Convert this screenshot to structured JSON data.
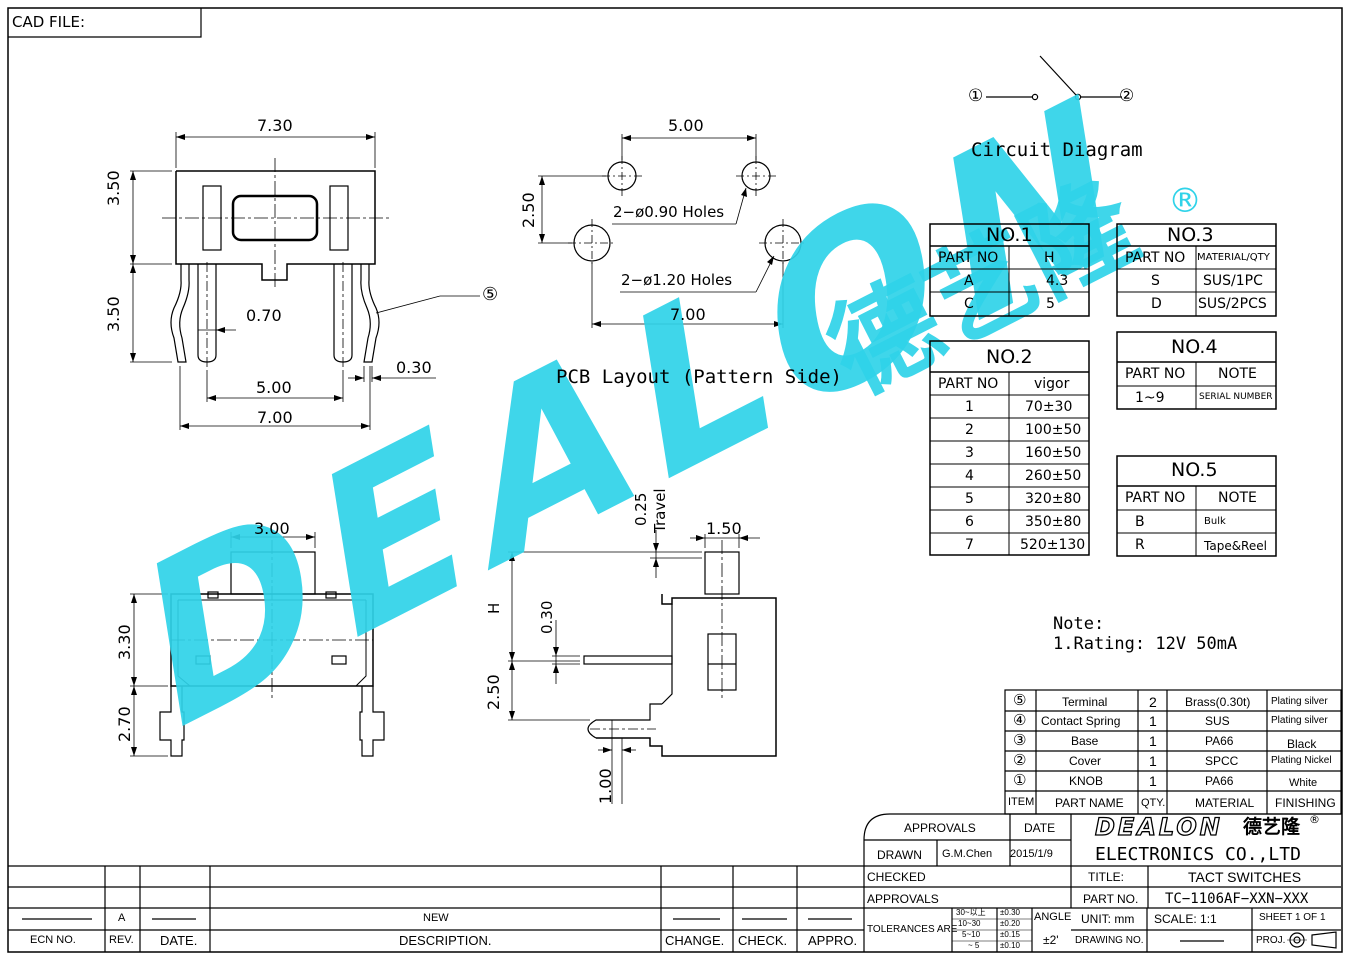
{
  "header": {
    "cad_file_label": "CAD FILE:"
  },
  "circuit": {
    "node1": "①",
    "node2": "②",
    "title": "Circuit Diagram"
  },
  "pcb": {
    "title": "PCB Layout (Pattern Side)",
    "dim_width_top": "5.00",
    "dim_height": "2.50",
    "small_holes": "2−ø0.90 Holes",
    "large_holes": "2−ø1.20 Holes",
    "dim_width_bottom": "7.00"
  },
  "top_view": {
    "dim_width": "7.30",
    "dim_body_height": "3.50",
    "dim_lead_height": "3.50",
    "dim_lead_width": "0.70",
    "dim_lead_offset": "0.30",
    "dim_pitch": "5.00",
    "dim_total": "7.00",
    "terminal_callout": "⑤"
  },
  "front_view": {
    "dim_actuator_width": "3.00",
    "dim_height": "3.30",
    "dim_lead": "2.70"
  },
  "side_view": {
    "dim_travel": "0.25",
    "travel_label": "Travel",
    "dim_actuator": "1.50",
    "dim_h": "H",
    "dim_gap": "0.30",
    "dim_lead_height": "2.50",
    "dim_lead_thickness": "1.00"
  },
  "watermark": {
    "brand": "DEALON",
    "cjk": "德艺隆",
    "registered": "®"
  },
  "tables": {
    "no1": {
      "title": "NO.1",
      "headers": [
        "PART NO",
        "H"
      ],
      "rows": [
        [
          "A",
          "4.3"
        ],
        [
          "C",
          "5"
        ]
      ]
    },
    "no2": {
      "title": "NO.2",
      "headers": [
        "PART NO",
        "vigor"
      ],
      "rows": [
        [
          "1",
          "70±30"
        ],
        [
          "2",
          "100±50"
        ],
        [
          "3",
          "160±50"
        ],
        [
          "4",
          "260±50"
        ],
        [
          "5",
          "320±80"
        ],
        [
          "6",
          "350±80"
        ],
        [
          "7",
          "520±130"
        ]
      ]
    },
    "no3": {
      "title": "NO.3",
      "headers": [
        "PART NO",
        "MATERIAL/QTY"
      ],
      "rows": [
        [
          "S",
          "SUS/1PC"
        ],
        [
          "D",
          "SUS/2PCS"
        ]
      ]
    },
    "no4": {
      "title": "NO.4",
      "headers": [
        "PART NO",
        "NOTE"
      ],
      "rows": [
        [
          "1~9",
          "SERIAL NUMBER"
        ]
      ]
    },
    "no5": {
      "title": "NO.5",
      "headers": [
        "PART NO",
        "NOTE"
      ],
      "rows": [
        [
          "B",
          "Bulk"
        ],
        [
          "R",
          "Tape&Reel"
        ]
      ]
    }
  },
  "note": {
    "title": "Note:",
    "line1": "1.Rating:  12V  50mA"
  },
  "bom": {
    "rows": [
      {
        "item": "⑤",
        "name": "Terminal",
        "qty": "2",
        "material": "Brass(0.30t)",
        "finishing": "Plating silver"
      },
      {
        "item": "④",
        "name": "Contact Spring",
        "qty": "1",
        "material": "SUS",
        "finishing": "Plating silver"
      },
      {
        "item": "③",
        "name": "Base",
        "qty": "1",
        "material": "PA66",
        "finishing": "Black"
      },
      {
        "item": "②",
        "name": "Cover",
        "qty": "1",
        "material": "SPCC",
        "finishing": "Plating Nickel"
      },
      {
        "item": "①",
        "name": "KNOB",
        "qty": "1",
        "material": "PA66",
        "finishing": "White"
      }
    ],
    "headers": {
      "item": "ITEM",
      "name": "PART NAME",
      "qty": "QTY.",
      "material": "MATERIAL",
      "finishing": "FINISHING"
    }
  },
  "title_block": {
    "approvals": "APPROVALS",
    "date": "DATE",
    "drawn": "DRAWN",
    "drawn_by": "G.M.Chen",
    "drawn_date": "2015/1/9",
    "checked": "CHECKED",
    "approvals2": "APPROVALS",
    "company_brand": "DEALON",
    "company_cjk": "德艺隆",
    "company_reg": "®",
    "company": "ELECTRONICS CO.,LTD",
    "title_label": "TITLE:",
    "title": "TACT SWITCHES",
    "part_no_label": "PART NO.",
    "part_no": "TC−1106AF−XXN−XXX",
    "tolerances_label": "TOLERANCES ARE",
    "tol_ranges": [
      "30~以上",
      "10~30",
      "5~10",
      "~ 5"
    ],
    "tol_values": [
      "±0.30",
      "±0.20",
      "±0.15",
      "±0.10"
    ],
    "angle_label": "ANGLE",
    "angle_value": "±2'",
    "unit": "UNIT: mm",
    "scale": "SCALE:  1:1",
    "sheet": "SHEET  1 OF 1",
    "drawing_no": "DRAWING NO.",
    "proj": "PROJ."
  },
  "revision": {
    "rev": "A",
    "description": "NEW",
    "headers": [
      "ECN NO.",
      "REV.",
      "DATE.",
      "DESCRIPTION.",
      "CHANGE.",
      "CHECK.",
      "APPRO."
    ]
  },
  "colors": {
    "watermark": "#2fd3e9",
    "line": "#000000"
  }
}
